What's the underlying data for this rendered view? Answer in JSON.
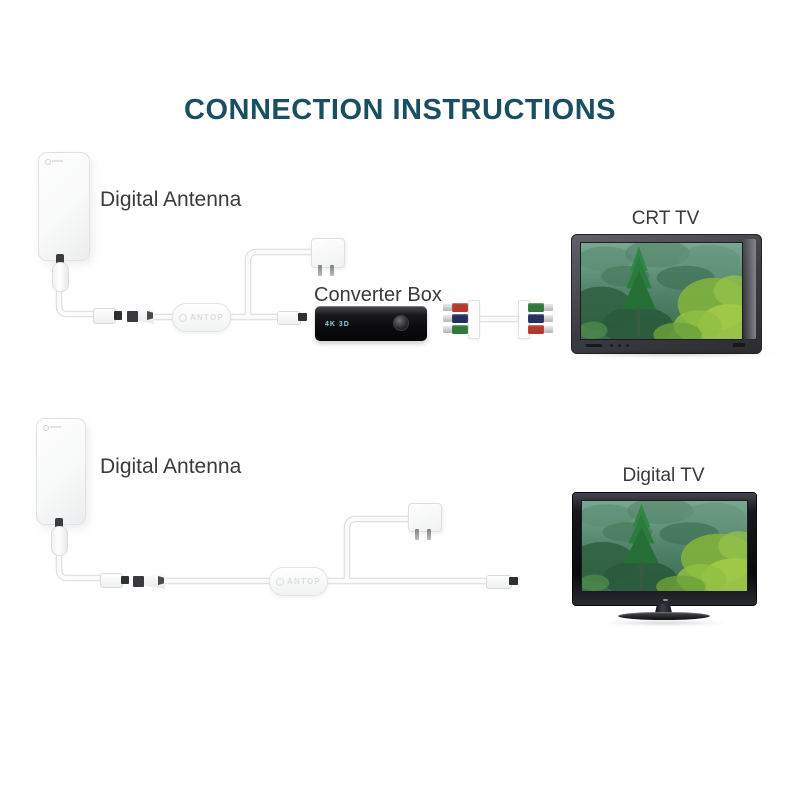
{
  "title": "CONNECTION INSTRUCTIONS",
  "colors": {
    "title": "#1a4e61",
    "background": "#ffffff",
    "rca_red": "#b5392d",
    "rca_blue": "#262f5e",
    "rca_green": "#2f7a3b",
    "converter_display_text": "#7fd3e4"
  },
  "top": {
    "antenna_label": "Digital Antenna",
    "amplifier_brand": "ANTOP",
    "converter_label": "Converter Box",
    "converter_display": {
      "left": "4K",
      "right": "3D"
    },
    "tv_label": "CRT TV",
    "component_plugs_left": [
      "#b5392d",
      "#262f5e",
      "#2f7a3b"
    ],
    "component_plugs_right": [
      "#2f7a3b",
      "#262f5e",
      "#b5392d"
    ]
  },
  "bottom": {
    "antenna_label": "Digital Antenna",
    "amplifier_brand": "ANTOP",
    "tv_label": "Digital TV"
  }
}
